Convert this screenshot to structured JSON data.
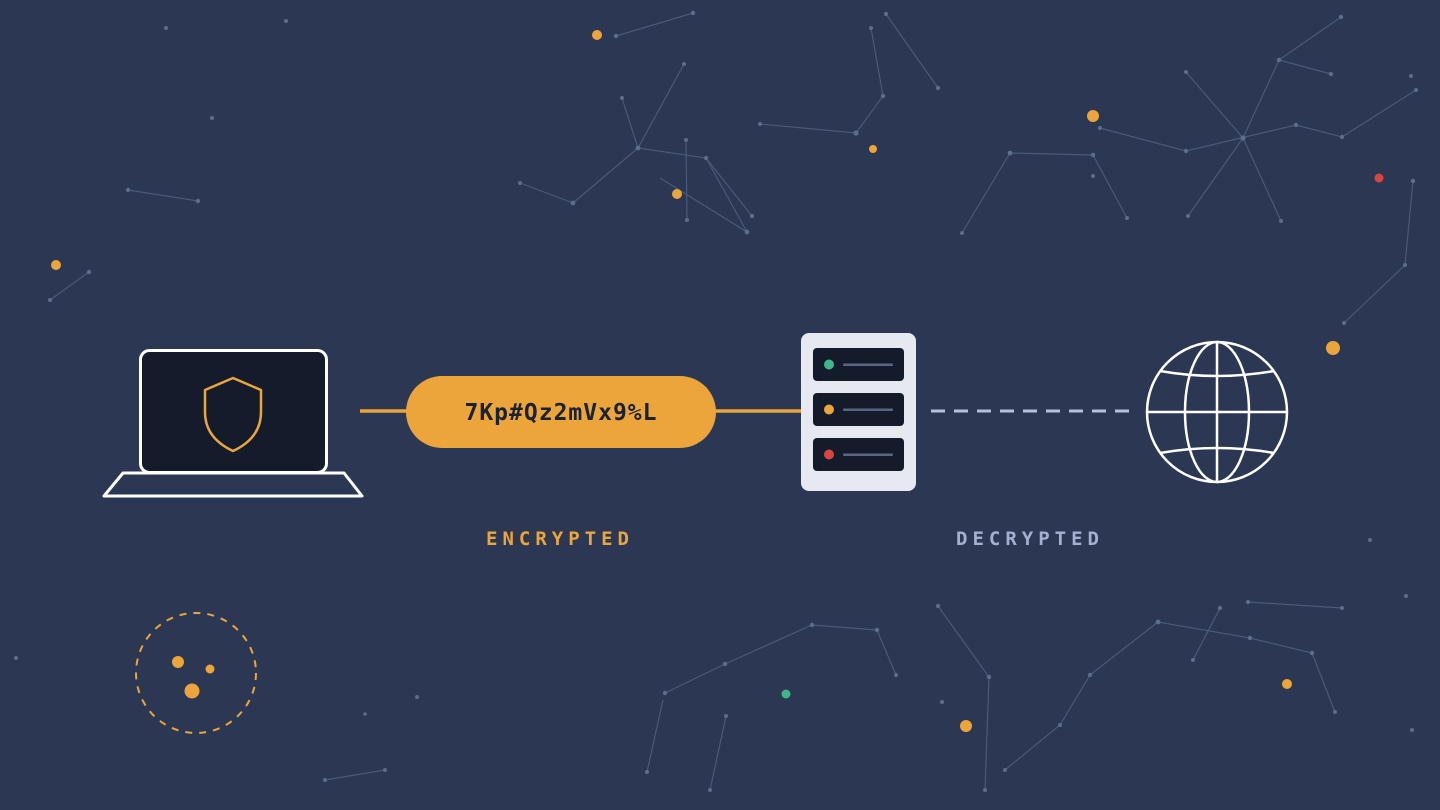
{
  "colors": {
    "background": "#2b3753",
    "accent": "#eba53a",
    "constellation_line": "#4a5a78",
    "constellation_dot": "#5d6d8c",
    "device_screen": "#141b2b",
    "device_outline": "#ffffff",
    "server_body": "#e6e9f0",
    "status_green": "#3fb68b",
    "status_orange": "#eba53a",
    "status_red": "#d9453f",
    "decrypted_label": "#a4b0d0",
    "dashed_link": "#b6c0dc"
  },
  "ciphertext": "7Kp#Qz2mVx9%L",
  "labels": {
    "encrypted": "ENCRYPTED",
    "decrypted": "DECRYPTED"
  },
  "icons": {
    "client": "laptop-icon",
    "client_badge": "shield-icon",
    "server": "server-icon",
    "internet": "globe-icon",
    "orbit": "orbit-icon"
  },
  "server_indicators": [
    "green",
    "orange",
    "red"
  ]
}
